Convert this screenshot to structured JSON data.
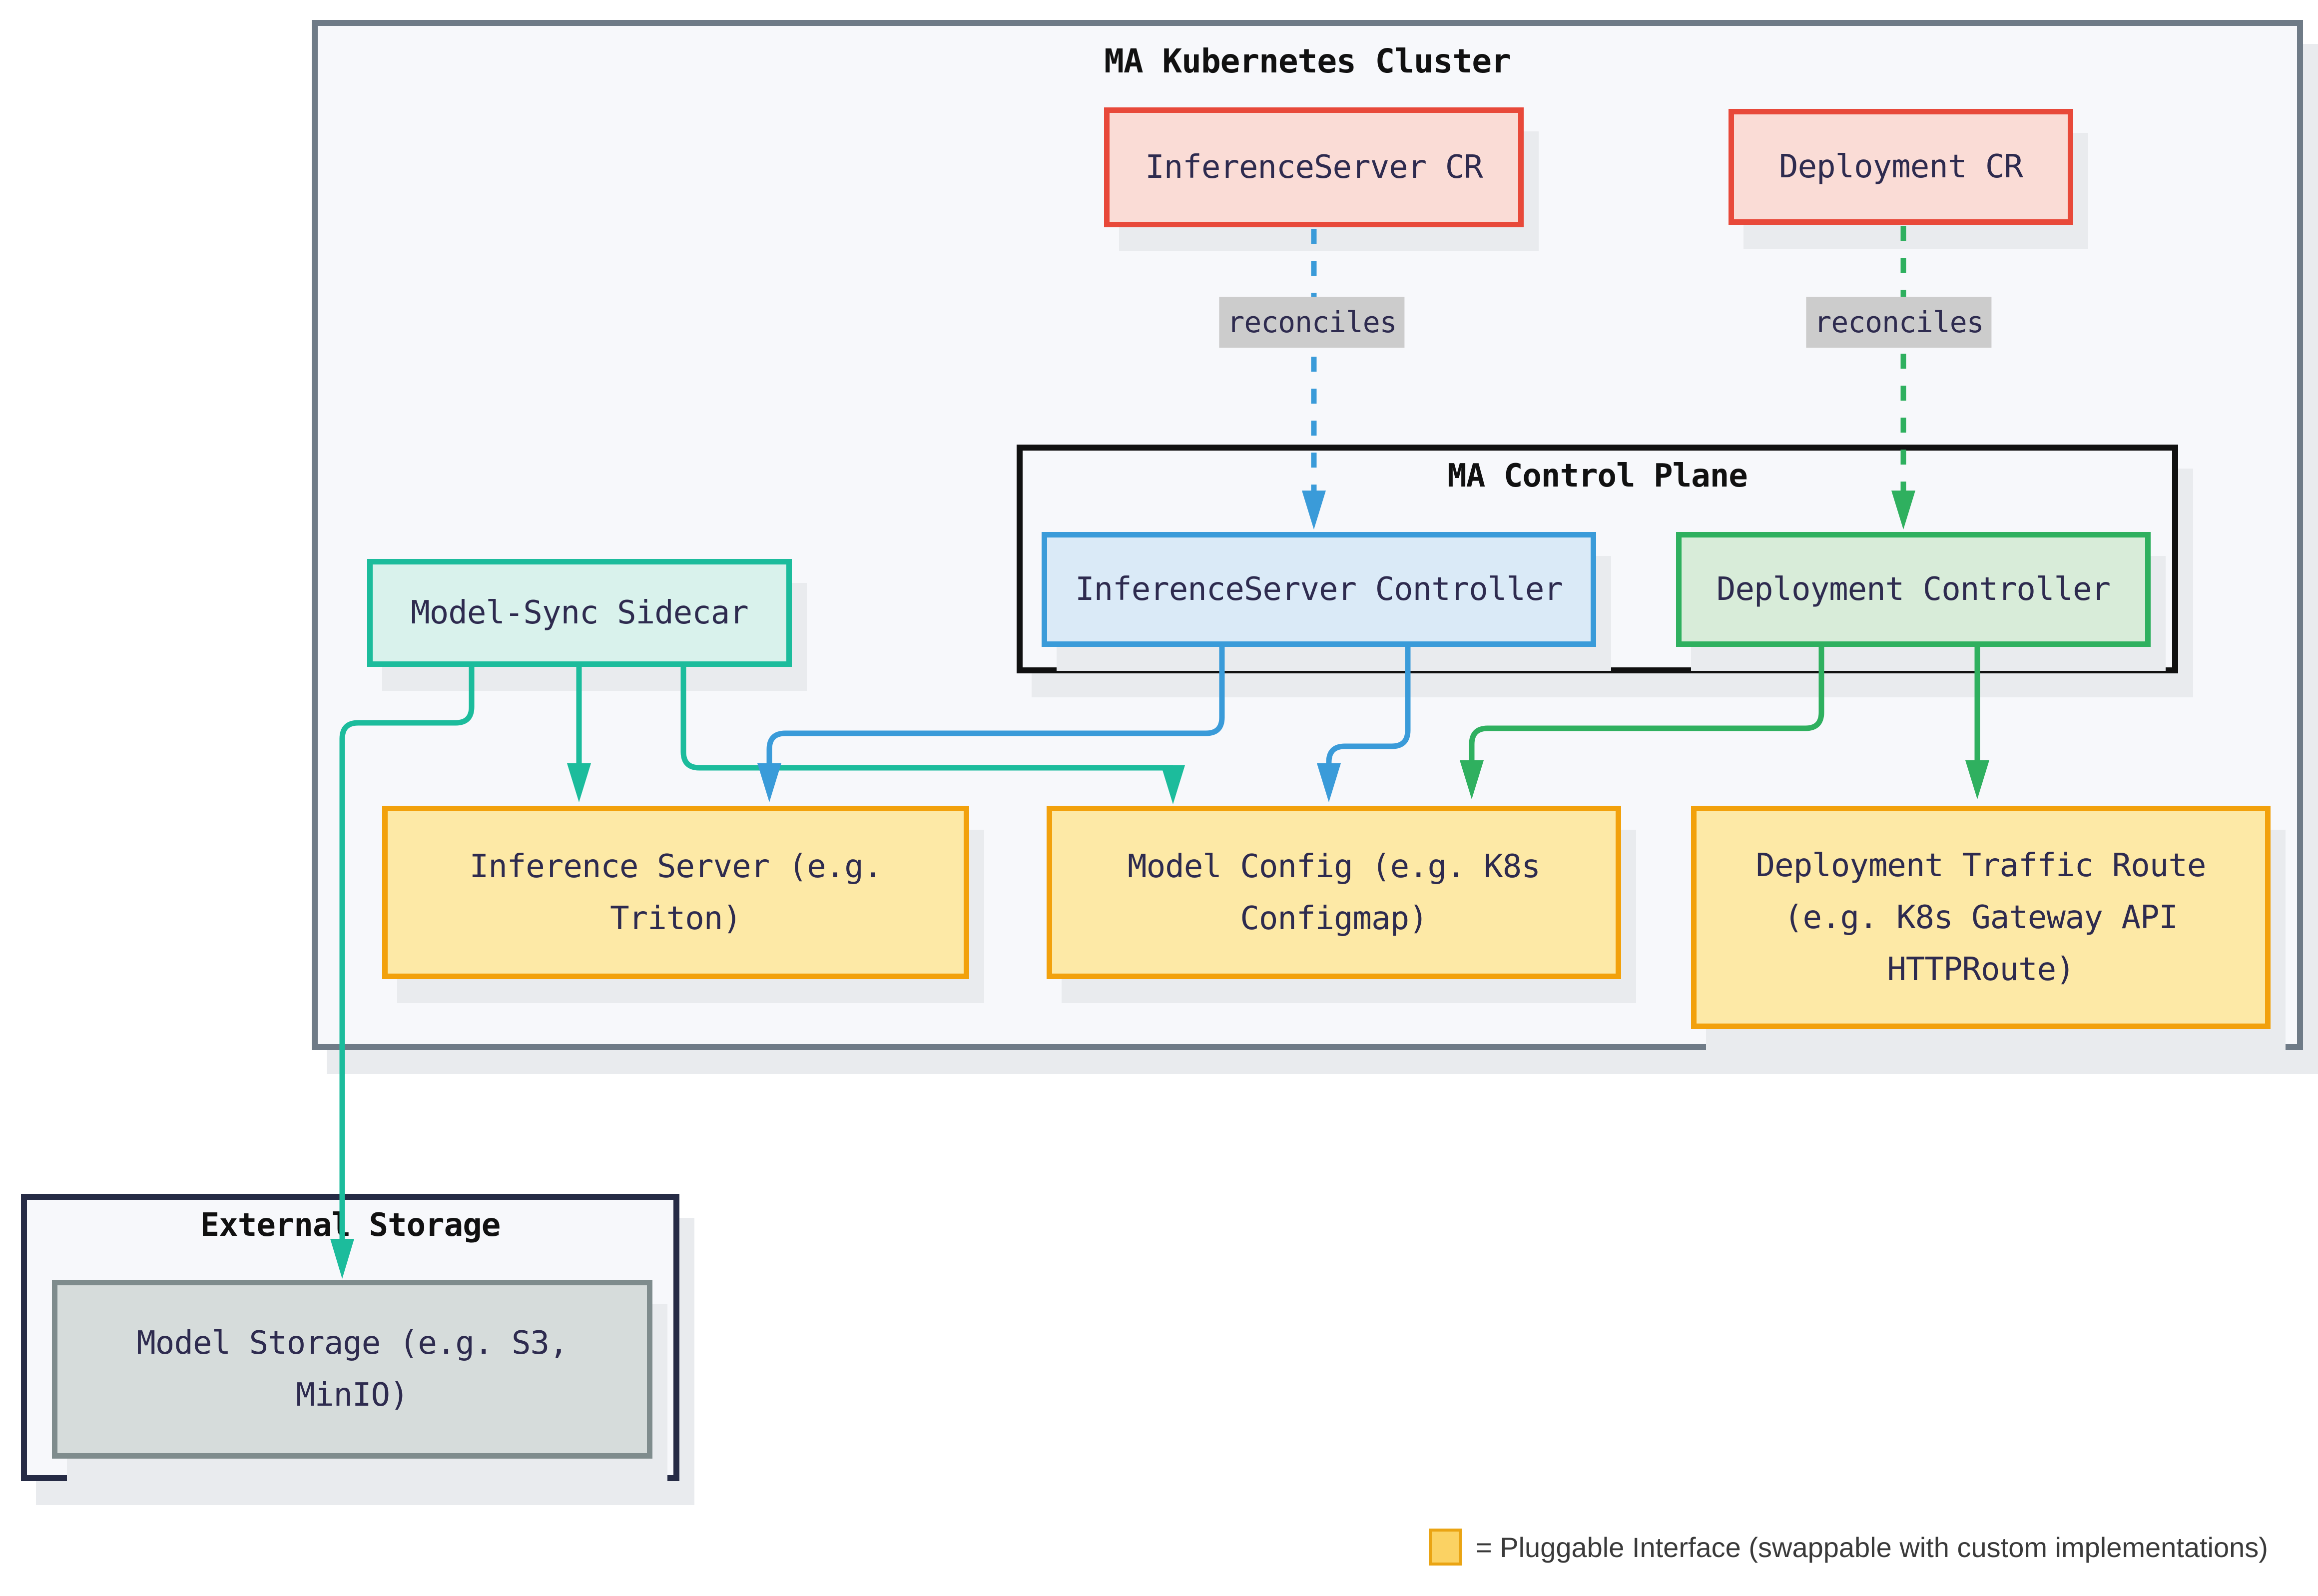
{
  "cluster": {
    "title": "MA Kubernetes Cluster"
  },
  "control_plane": {
    "title": "MA Control Plane"
  },
  "external_storage": {
    "title": "External Storage"
  },
  "nodes": {
    "inference_server_cr": {
      "label": "InferenceServer CR"
    },
    "deployment_cr": {
      "label": "Deployment CR"
    },
    "inference_server_controller": {
      "label": "InferenceServer Controller"
    },
    "deployment_controller": {
      "label": "Deployment Controller"
    },
    "model_sync_sidecar": {
      "label": "Model-Sync Sidecar"
    },
    "inference_server": {
      "label": "Inference Server (e.g. Triton)"
    },
    "model_config": {
      "label": "Model Config (e.g. K8s Configmap)"
    },
    "deployment_traffic_route": {
      "label": "Deployment Traffic Route (e.g. K8s Gateway API HTTPRoute)"
    },
    "model_storage": {
      "label": "Model Storage (e.g. S3, MinIO)"
    }
  },
  "edges": {
    "reconciles_inference_label": "reconciles",
    "reconciles_deployment_label": "reconciles"
  },
  "legend": {
    "text": "= Pluggable Interface (swappable with custom implementations)"
  },
  "colors": {
    "page-bg": "#ffffff",
    "canvas-fill": "#f7f8fb",
    "cluster-border": "#6f7b87",
    "control-plane-border": "#111111",
    "external-border": "#262b45",
    "red-border": "#e8493a",
    "red-fill": "#fadcd6",
    "blue": "#3a9bd9",
    "blue-fill": "#daeaf7",
    "green": "#2fb05f",
    "green-fill": "#d8ecd9",
    "teal": "#1cbc9c",
    "teal-fill": "#d9f2ec",
    "yellow-border": "#f2a10c",
    "yellow-fill": "#fde9a6",
    "gray-border": "#7f8c8d",
    "gray-fill": "#d6dcdb",
    "label-bg": "#cccccc",
    "text": "#2e2b4f",
    "legend-text": "#3a3a3a",
    "legend-swatch-fill": "#fbd263",
    "legend-swatch-border": "#eaa413",
    "shadow": "#e9ebee"
  }
}
